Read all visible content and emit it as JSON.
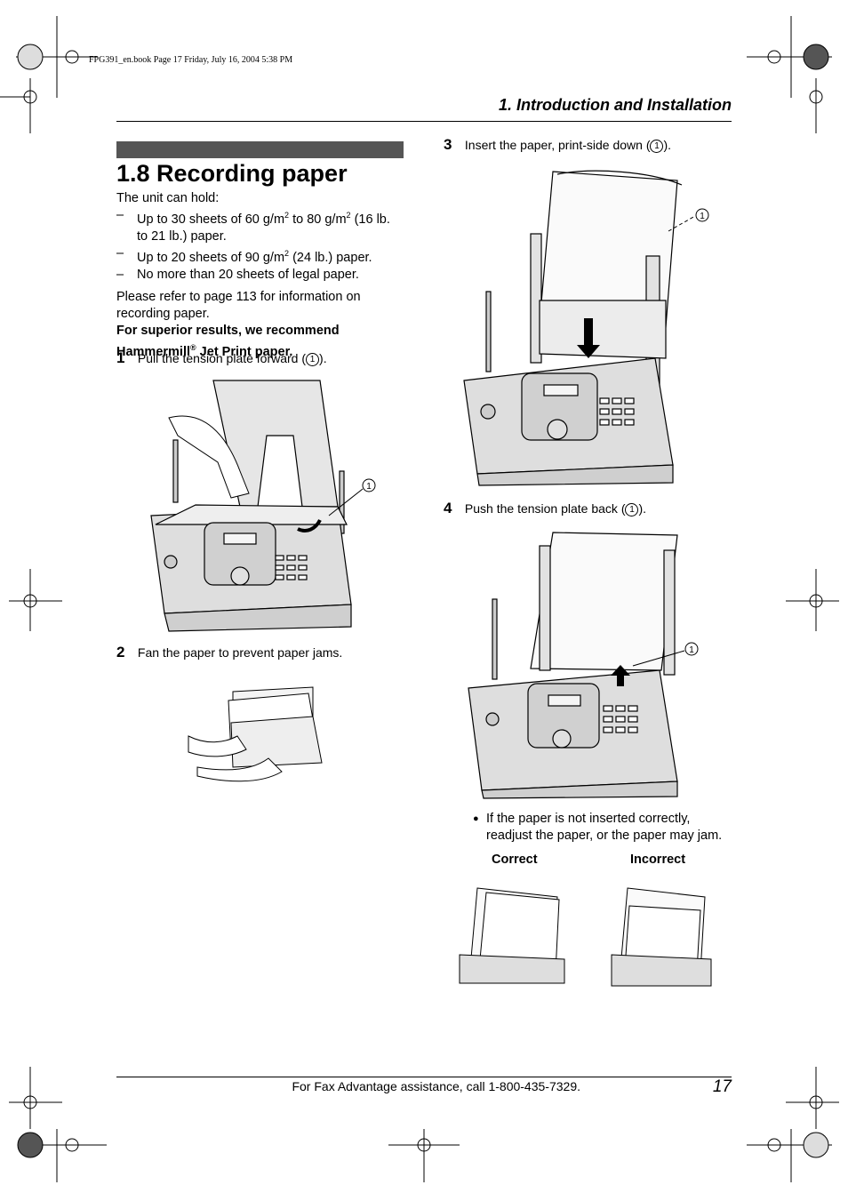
{
  "header": {
    "book_line": "FPG391_en.book  Page 17  Friday, July 16, 2004  5:38 PM",
    "chapter": "1. Introduction and Installation"
  },
  "section": {
    "title": "1.8 Recording paper",
    "intro": "The unit can hold:",
    "capacity": [
      {
        "a": "Up to 30 sheets of 60 g/m",
        "sup1": "2",
        "b": " to 80 g/m",
        "sup2": "2",
        "c": " (16 lb.",
        "d": "to 21 lb.) paper."
      },
      {
        "a": "Up to 20 sheets of 90 g/m",
        "sup1": "2",
        "b": " (24 lb.) paper."
      },
      {
        "a": "No more than 20 sheets of legal paper."
      }
    ],
    "refer_line1": "Please refer to page 113 for information on",
    "refer_line2": "recording paper.",
    "recommend_line1": "For superior results, we recommend",
    "recommend_brand": "Hammermill",
    "recommend_reg": "®",
    "recommend_rest": " Jet Print paper."
  },
  "steps": [
    {
      "num": "1",
      "pre": "Pull the tension plate forward (",
      "mark": "1",
      "post": ")."
    },
    {
      "num": "2",
      "text": "Fan the paper to prevent paper jams."
    },
    {
      "num": "3",
      "pre": "Insert the paper, print-side down (",
      "mark": "1",
      "post": ")."
    },
    {
      "num": "4",
      "pre": "Push the tension plate back (",
      "mark": "1",
      "post": ")."
    }
  ],
  "callout_mark": "1",
  "note": {
    "bullet": "●",
    "line1": "If the paper is not inserted correctly,",
    "line2": "readjust the paper, or the paper may jam."
  },
  "compare": {
    "correct": "Correct",
    "incorrect": "Incorrect"
  },
  "footer": {
    "assistance": "For Fax Advantage assistance, call 1-800-435-7329.",
    "page": "17"
  }
}
